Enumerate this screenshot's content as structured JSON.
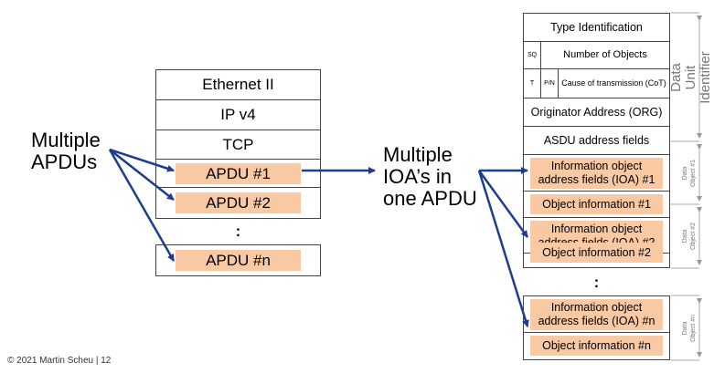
{
  "left_label": [
    "Multiple",
    "APDUs"
  ],
  "mid_label": [
    "Multiple",
    "IOA’s in",
    "one APDU"
  ],
  "ethernet_stack": {
    "rows": [
      "Ethernet II",
      "IP v4",
      "TCP"
    ],
    "apdus": [
      "APDU #1",
      "APDU #2"
    ],
    "ellipsis": ":",
    "last_apdu": "APDU #n"
  },
  "asdu": {
    "type_identification": "Type Identification",
    "sq": "SQ",
    "number_of_objects": "Number of Objects",
    "t": "T",
    "pn": "P/N",
    "cot": "Cause of transmission (CoT)",
    "org": "Originator Address (ORG)",
    "asdu_address": "ASDU address fields",
    "objects": [
      {
        "ioa": "Information object address fields (IOA) #1",
        "info": "Object information #1",
        "side": "Data Object #1"
      },
      {
        "ioa": "Information object address fields (IOA) #2",
        "info": "Object information #2",
        "side": "Data Object #2"
      }
    ],
    "ellipsis": ":",
    "last_object": {
      "ioa": "Information object address fields (IOA) #n",
      "info": "Object information #n",
      "side": "Data Object #n"
    },
    "dui_label": "Data Unit Identifier"
  },
  "footer": "© 2021 Martin Scheu | 12",
  "colors": {
    "arrow": "#1f3d8f",
    "peach": "#f9c9a3",
    "border": "#444444"
  }
}
